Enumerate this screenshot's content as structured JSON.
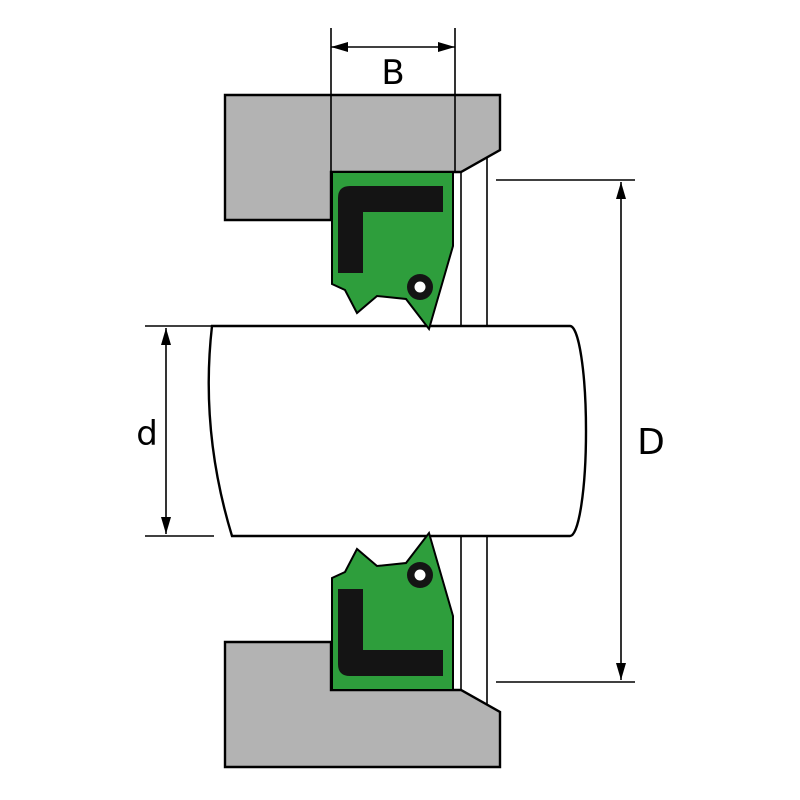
{
  "diagram": {
    "labels": {
      "seal_width": "B",
      "shaft_diameter": "d",
      "outer_diameter": "D"
    },
    "colors": {
      "housing": "#b3b3b3",
      "seal_rubber": "#2e9e3c",
      "seal_insert": "#141414",
      "shaft": "#ffffff",
      "outline": "#000000",
      "background": "#ffffff"
    }
  }
}
